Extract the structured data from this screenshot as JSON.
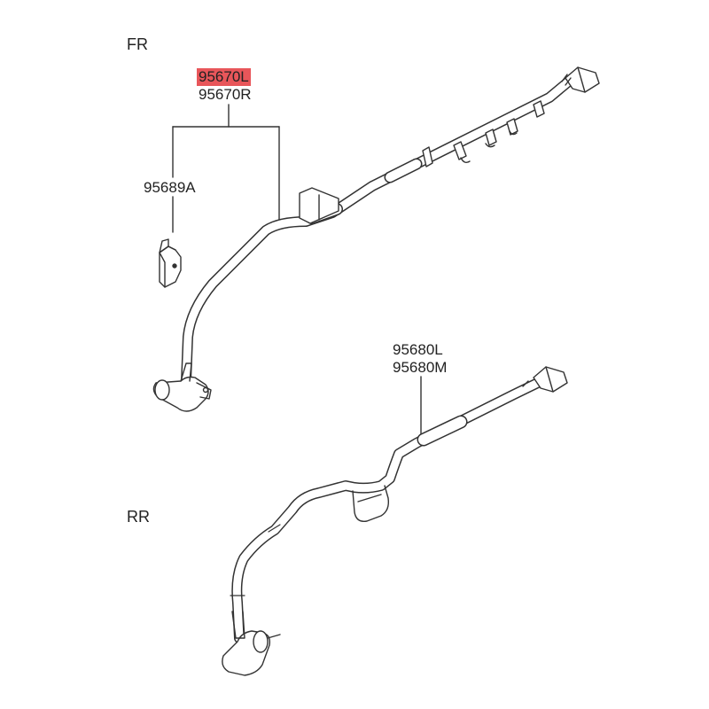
{
  "sections": {
    "front": "FR",
    "rear": "RR"
  },
  "parts": {
    "front_left": "95670L",
    "front_right": "95670R",
    "clip": "95689A",
    "rear_left": "95680L",
    "rear_right": "95680M"
  },
  "colors": {
    "highlight": "#e8565a",
    "line": "#333333",
    "text": "#222222"
  }
}
